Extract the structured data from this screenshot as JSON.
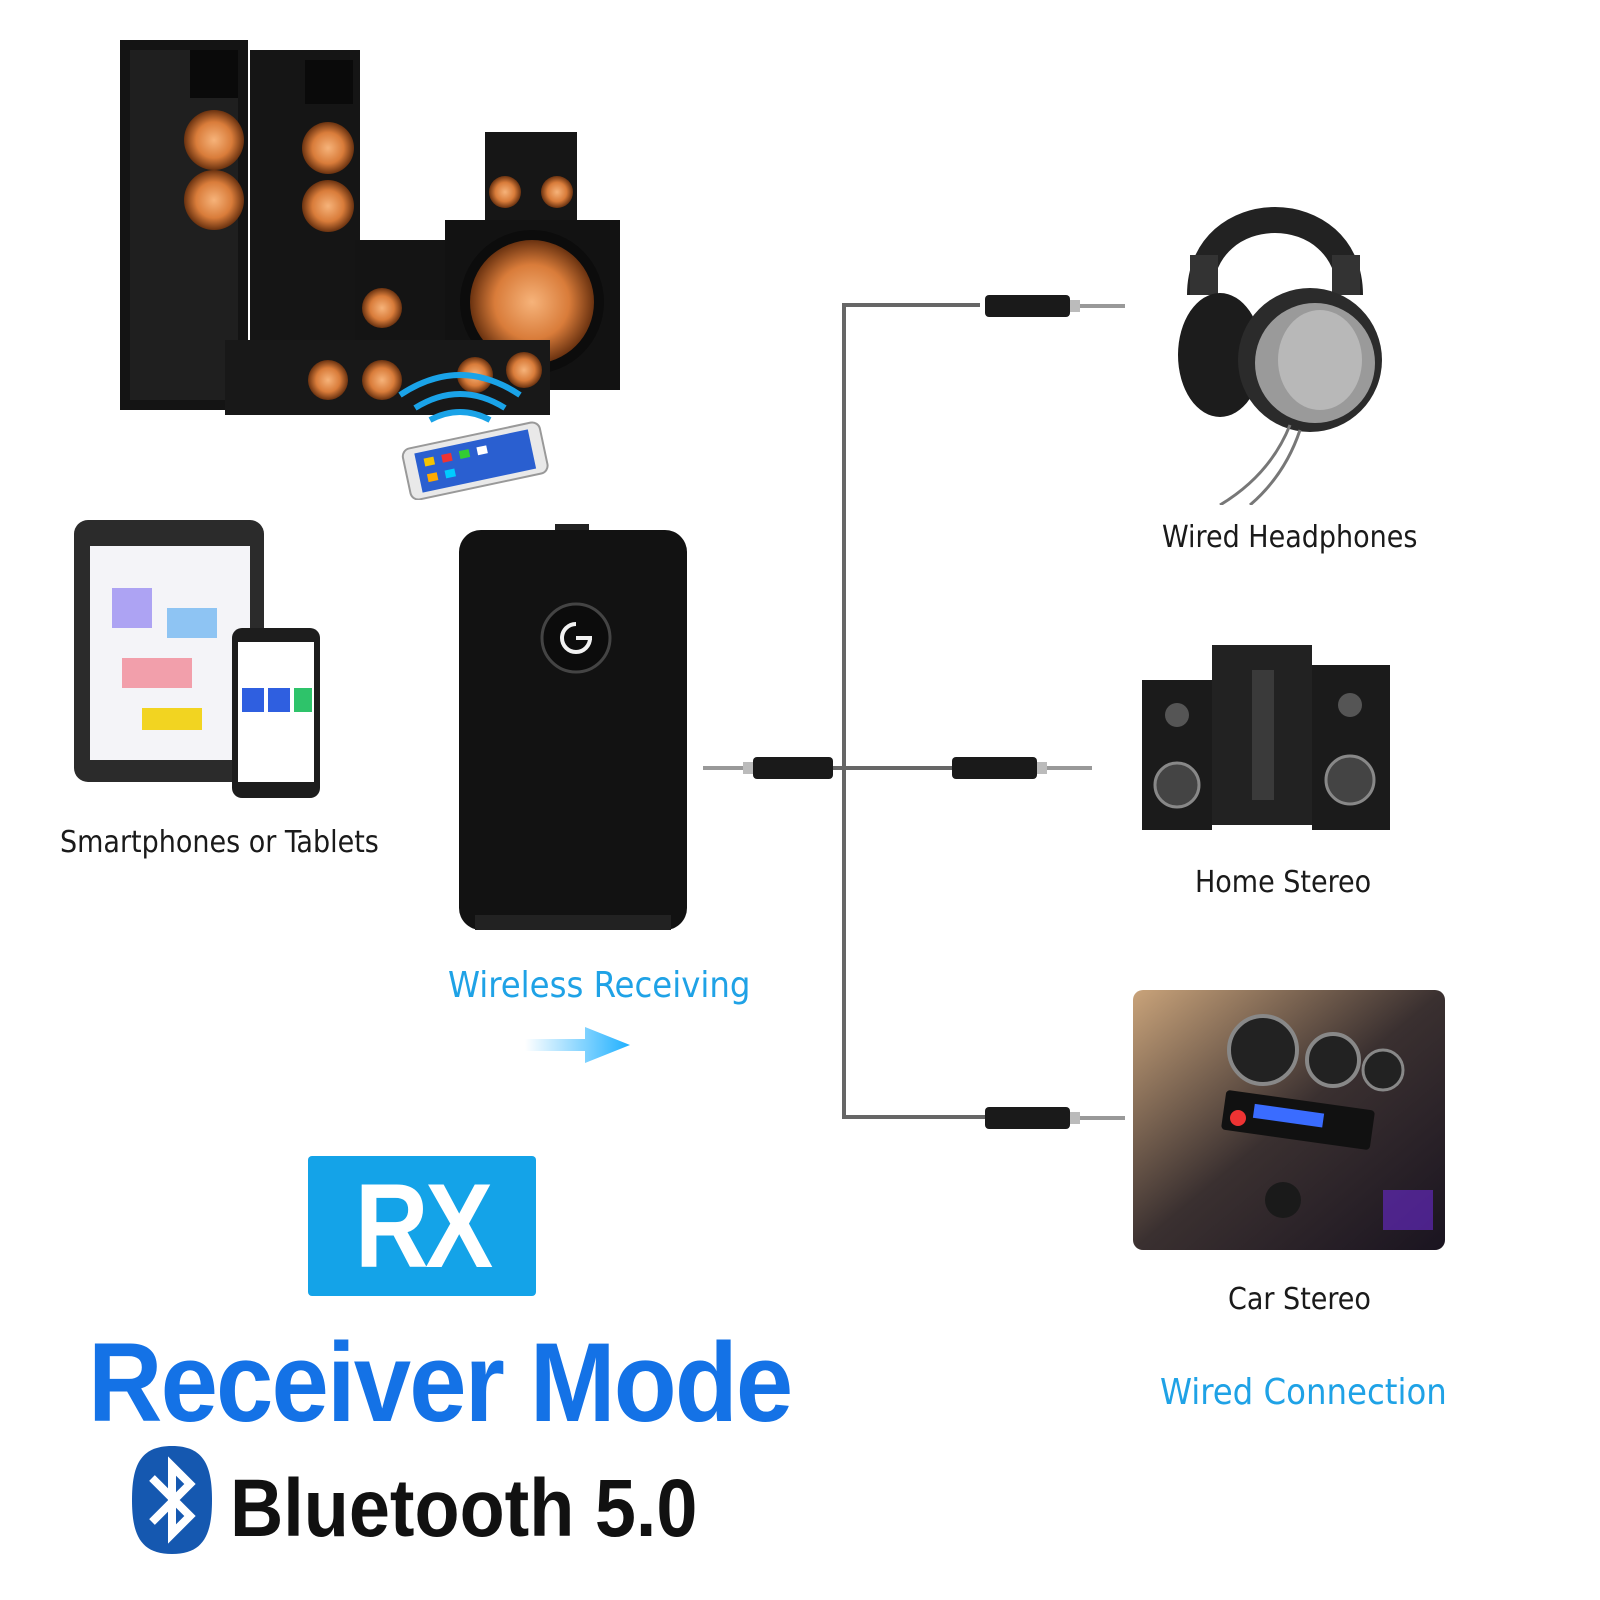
{
  "labels": {
    "smartphones": "Smartphones or Tablets",
    "wireless": "Wireless Receiving",
    "headphones": "Wired Headphones",
    "home_stereo": "Home Stereo",
    "car_stereo": "Car Stereo",
    "wired_connection": "Wired Connection"
  },
  "badge": {
    "rx": "RX"
  },
  "mode": {
    "title": "Receiver Mode"
  },
  "bluetooth": {
    "text": "Bluetooth 5.0"
  },
  "colors": {
    "accent_blue": "#1472e6",
    "label_blue": "#1fa2e6",
    "badge_blue": "#14a3e8"
  },
  "icons": [
    "speaker-system-photo",
    "phone-icon",
    "tablet-icon",
    "receiver-device",
    "power-icon",
    "aux-plug-icon",
    "headphones-icon",
    "home-stereo-icon",
    "car-stereo-photo",
    "arrow-icon",
    "bluetooth-icon"
  ]
}
